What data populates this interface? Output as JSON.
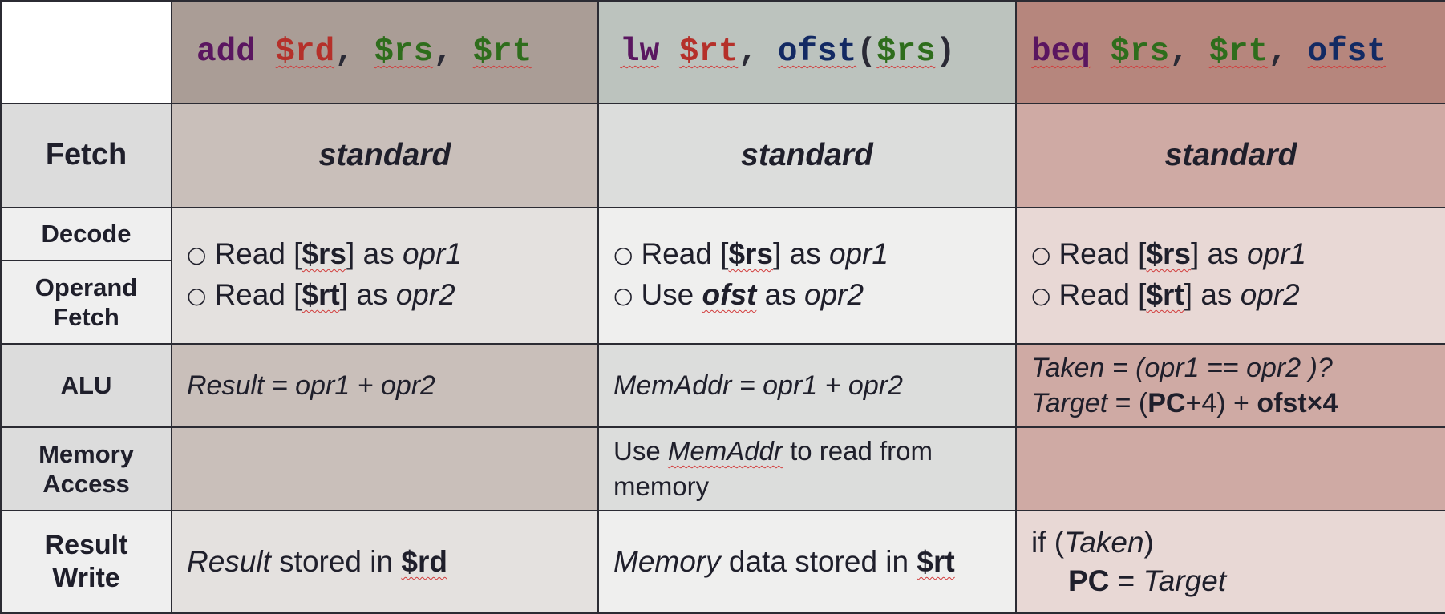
{
  "header": {
    "add": {
      "mnemonic": "add",
      "rd": "$rd",
      "comma1": ",",
      "rs": "$rs",
      "comma2": ",",
      "rt": "$rt"
    },
    "lw": {
      "mnemonic": "lw",
      "rt": "$rt",
      "comma1": ",",
      "ofst": "ofst",
      "open": "(",
      "rs": "$rs",
      "close": ")"
    },
    "beq": {
      "mnemonic": "beq",
      "rs": "$rs",
      "comma1": ",",
      "rt": "$rt",
      "comma2": ",",
      "ofst": "ofst"
    }
  },
  "stages": {
    "fetch": "Fetch",
    "decode": "Decode",
    "operand_fetch_1": "Operand",
    "operand_fetch_2": "Fetch",
    "alu": "ALU",
    "memory_access_1": "Memory",
    "memory_access_2": "Access",
    "result_write_1": "Result",
    "result_write_2": "Write"
  },
  "fetch": {
    "add": "standard",
    "lw": "standard",
    "beq": "standard"
  },
  "decode": {
    "add": {
      "l1_prefix": "Read [",
      "l1_reg": "$rs",
      "l1_mid": "] as ",
      "l1_opr": "opr1",
      "l2_prefix": "Read [",
      "l2_reg": "$rt",
      "l2_mid": "] as ",
      "l2_opr": "opr2"
    },
    "lw": {
      "l1_prefix": "Read [",
      "l1_reg": "$rs",
      "l1_mid": "] as ",
      "l1_opr": "opr1",
      "l2_prefix": "Use ",
      "l2_val": "ofst",
      "l2_mid": " as ",
      "l2_opr": "opr2"
    },
    "beq": {
      "l1_prefix": "Read [",
      "l1_reg": "$rs",
      "l1_mid": "] as ",
      "l1_opr": "opr1",
      "l2_prefix": "Read [",
      "l2_reg": "$rt",
      "l2_mid": "] as ",
      "l2_opr": "opr2"
    }
  },
  "alu": {
    "add": "Result = opr1 + opr2",
    "lw": "MemAddr = opr1 + opr2",
    "beq": {
      "taken_label": "Taken",
      "taken_expr": " =  (opr1 == opr2 )?",
      "target_label": "Target",
      "t_eq": " = (",
      "pc": "PC",
      "t_plus4": "+4) + ",
      "ofst4": "ofst×4"
    }
  },
  "memory": {
    "add": "",
    "lw": {
      "use": "Use ",
      "memaddr": "MemAddr",
      "rest1": " to read from",
      "rest2": "memory"
    },
    "beq": ""
  },
  "result_write": {
    "add": {
      "result": "Result",
      "mid": " stored in ",
      "reg": "$rd"
    },
    "lw": {
      "memory": "Memory",
      "mid": " data stored in ",
      "reg": "$rt"
    },
    "beq": {
      "if_open": "if (",
      "taken": "Taken",
      "if_close": ")",
      "pc": "PC",
      "eq": " = ",
      "target": "Target"
    }
  }
}
